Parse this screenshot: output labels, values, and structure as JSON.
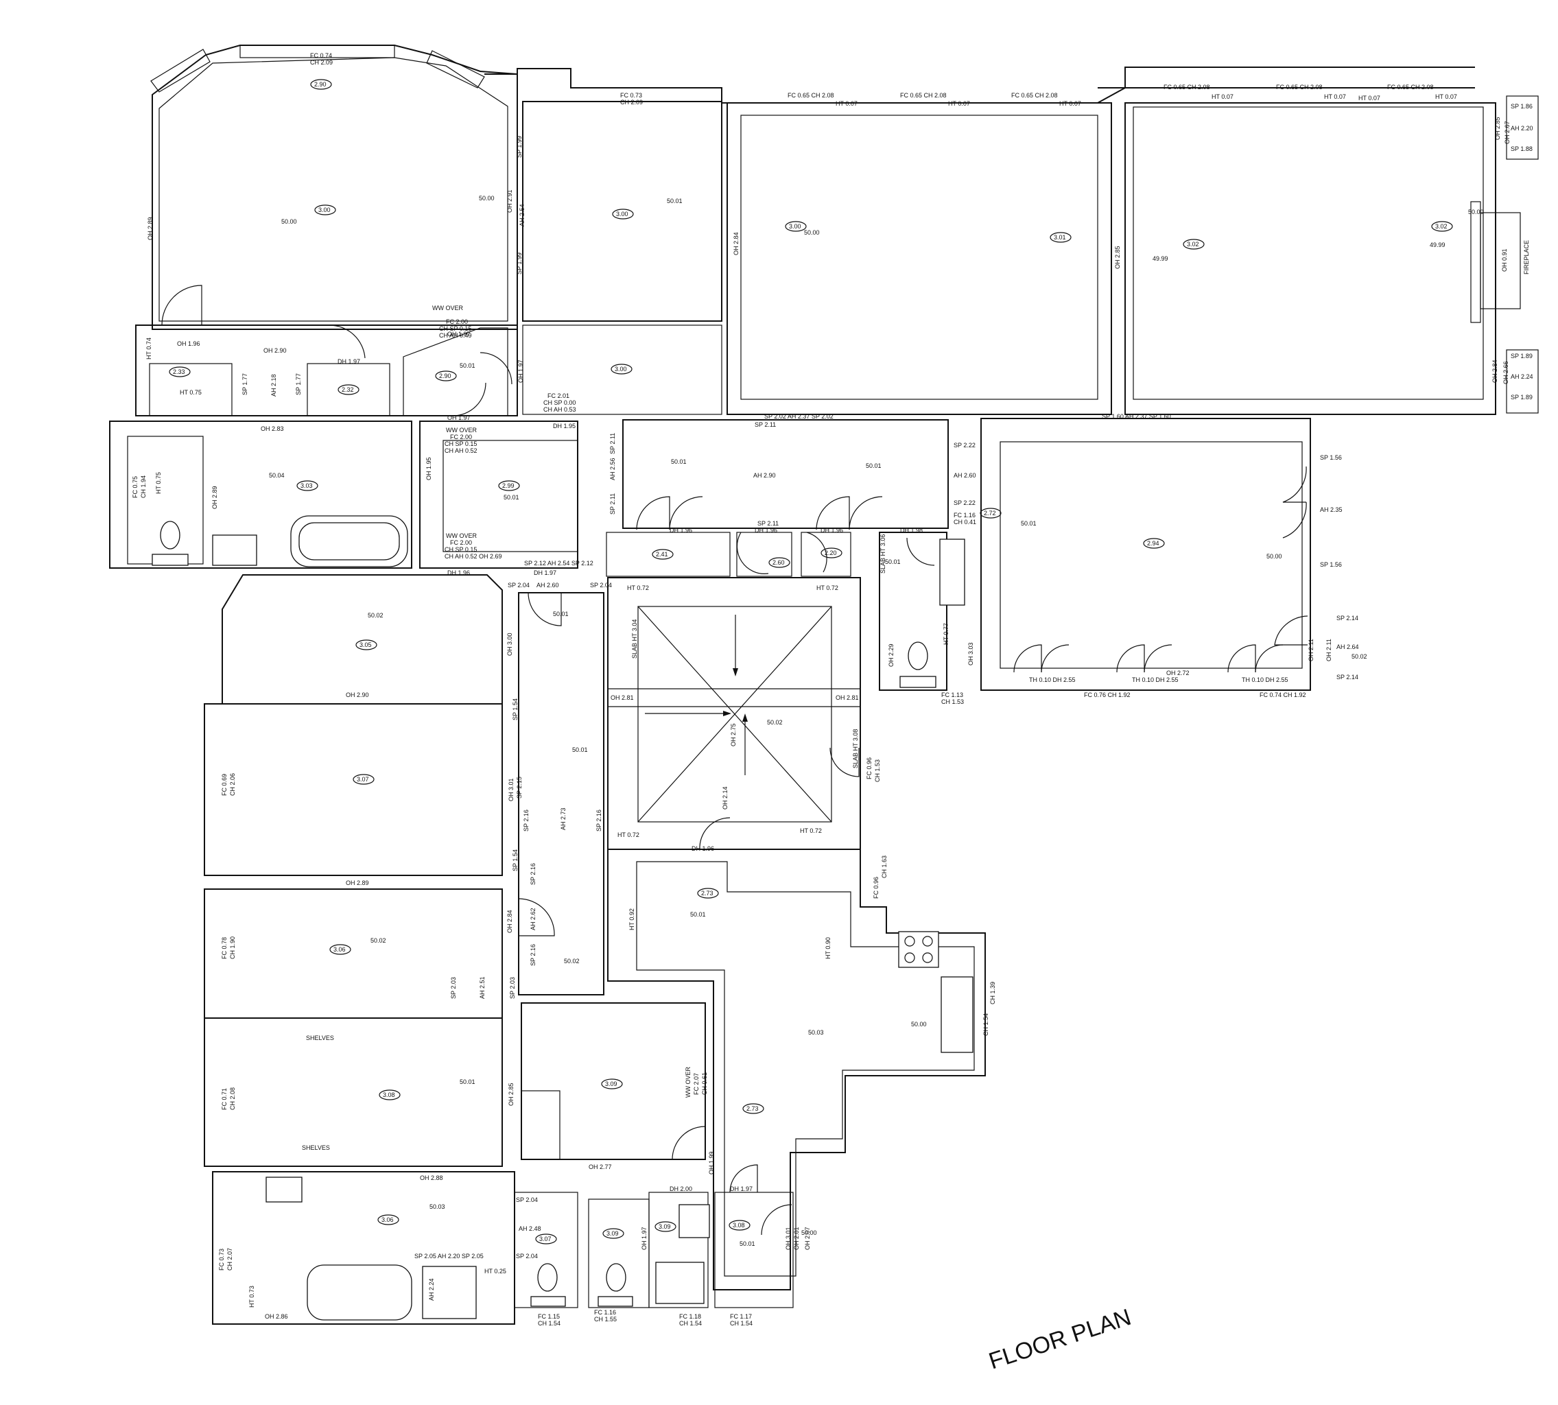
{
  "title": "FLOOR PLAN",
  "labels": {
    "fireplace": "FIREPLACE",
    "shelves": "SHELVES",
    "ww_over": "WW OVER",
    "slab_ht_304": "SLAB HT 3.04",
    "slab_ht_306": "SLAB HT 3.06",
    "slab_ht_308": "SLAB HT 3.08"
  },
  "room_heights": {
    "r290": "2.90",
    "r300a": "3.00",
    "r300b": "3.00",
    "r300c": "3.00",
    "r300d": "3.00",
    "r301": "3.01",
    "r302": "3.02",
    "r302b": "3.02",
    "r233": "2.33",
    "r232": "2.32",
    "r290b": "2.90",
    "r303": "3.03",
    "r299": "2.99",
    "r241": "2.41",
    "r260": "2.60",
    "r220": "2.20",
    "r272": "2.72",
    "r294": "2.94",
    "r305": "3.05",
    "r307": "3.07",
    "r306": "3.06",
    "r308": "3.08",
    "r273a": "2.73",
    "r273b": "2.73",
    "r309": "3.09",
    "r306b": "3.06",
    "r307b": "3.07",
    "r309b": "3.09",
    "r309c": "3.09",
    "r308b": "3.08"
  },
  "spot_levels": {
    "a": "50.00",
    "b": "50.00",
    "c": "50.01",
    "d": "50.00",
    "e": "49.99",
    "f": "49.99",
    "g": "50.01",
    "h": "50.04",
    "i": "50.01",
    "j": "50.00",
    "k": "50.01",
    "l": "50.01",
    "m": "50.01",
    "n": "50.00",
    "o": "50.02",
    "p": "50.02",
    "q": "50.01",
    "r": "50.02",
    "s": "50.01",
    "t": "50.02",
    "u": "50.02",
    "v": "50.01",
    "w": "50.01",
    "x": "50.03",
    "y": "50.01",
    "z": "50.00",
    "aa": "50.03",
    "ab": "50.01",
    "ac": "50.00"
  },
  "dims": {
    "d1": "FC 0.74",
    "d2": "CH 2.09",
    "d3": "FC 0.73",
    "d4": "CH 2.09",
    "d5": "FC 0.65  CH 2.08",
    "d6": "HT 0.07",
    "d7": "OH 2.89",
    "d8": "OH 2.91",
    "d9": "AH 2.54",
    "d10": "SP 1.99",
    "d11": "OH 2.84",
    "d12": "OH 2.85",
    "d13": "OH 0.91",
    "d14": "SP 1.86",
    "d15": "AH 2.20",
    "d16": "SP 1.88",
    "d17": "SP 1.89",
    "d18": "AH 2.24",
    "d19": "OH 2.90",
    "d20": "HT 0.75",
    "d21": "AH 2.18",
    "d22": "SP 1.77",
    "d23": "DH 1.97",
    "d24": "FC 2.01",
    "d25": "CH SP 0.00",
    "d26": "CH AH 0.53",
    "d27": "DH 1.95",
    "d28": "OH 2.83",
    "d29": "OH 2.89",
    "d30": "FC 0.75",
    "d31": "CH 1.94",
    "d32": "HT 0.75",
    "d33": "FC 2.00",
    "d34": "CH SP 0.15",
    "d35": "CH AH 0.52",
    "d36": "OH 2.69",
    "d37": "DH 1.96",
    "d38": "SP 2.11",
    "d39": "AH 2.56",
    "d40": "AH 2.90",
    "d41": "SP 2.02  AH 2.37  SP 2.02",
    "d42": "SP 2.22",
    "d43": "AH 2.60",
    "d44": "FC 1.16",
    "d45": "CH 0.41",
    "d46": "SP 1.60  AH 2.37  SP 1.60",
    "d47": "SP 1.56",
    "d48": "AH 2.35",
    "d49": "SP 2.14",
    "d50": "AH 2.64",
    "d51": "TH 0.10  DH 2.55",
    "d52": "OH 2.72",
    "d53": "FC 0.76  CH 1.92",
    "d54": "FC 0.74  CH 1.92",
    "d55": "FC 1.13",
    "d56": "CH 1.53",
    "d57": "HT 0.77",
    "d58": "OH 3.03",
    "d59": "OH 2.29",
    "d60": "SP 2.12  AH 2.54  SP 2.12",
    "d61": "DH 1.97",
    "d62": "AH 2.60",
    "d63": "SP 2.04",
    "d64": "HT 0.72",
    "d65": "OH 2.81",
    "d66": "OH 2.75",
    "d67": "OH 2.14",
    "d68": "DH 1.96",
    "d69": "OH 3.00",
    "d70": "OH 2.90",
    "d71": "FC 0.69",
    "d72": "CH 2.06",
    "d73": "OH 3.01",
    "d74": "SP 2.15",
    "d75": "SP 2.16",
    "d76": "AH 2.73",
    "d77": "OH 2.89",
    "d78": "FC 0.78",
    "d79": "CH 1.90",
    "d80": "OH 2.84",
    "d81": "AH 2.62",
    "d82": "SP 2.03",
    "d83": "AH 2.51",
    "d84": "HT 0.92",
    "d85": "HT 0.90",
    "d86": "FC 0.96",
    "d87": "CH 1.63",
    "d88": "CH 1.39",
    "d89": "FC 0.71",
    "d90": "CH 2.08",
    "d91": "OH 2.85",
    "d92": "FC 2.07",
    "d93": "CH 0.61",
    "d94": "OH 2.77",
    "d95": "OH 1.99",
    "d96": "DH 2.00",
    "d97": "OH 2.88",
    "d98": "FC 0.73",
    "d99": "CH 2.07",
    "d100": "HT 0.73",
    "d101": "OH 2.86",
    "d102": "SP 2.05  AH 2.20  SP 2.05",
    "d103": "AH 2.24",
    "d104": "SP 2.04",
    "d105": "AH 2.48",
    "d106": "HT 0.25",
    "d107": "FC 1.15",
    "d108": "CH 1.54",
    "d109": "FC 1.16",
    "d110": "CH 1.55",
    "d111": "FC 1.18",
    "d112": "FC 1.17",
    "d113": "OH 1.97",
    "d114": "OH 2.07",
    "d115": "OH 2.01",
    "d116": "OH 3.01",
    "d117": "HT 0.74",
    "d118": "OH 1.96",
    "d119": "OH 1.97",
    "d120": "FC 2.00",
    "d121": "CH SP 0.15",
    "d122": "CH AH 0.49",
    "d123": "SP 2.11",
    "d124": "DH 1.96",
    "d125": "DH 1.96",
    "d126": "DH 1.98",
    "d127": "OH 2.85",
    "d128": "OH 2.66",
    "d129": "OH 2.84",
    "d130": "SP 1.54",
    "d131": "DH 1.96",
    "d132": "DH 1.97",
    "d133": "OH 1.95",
    "d134": "OH 1.97",
    "d135": "SP 2.11",
    "d136": "OH 2.11",
    "d137": "SP 2.16",
    "d138": "FC 0.96",
    "d139": "CH 1.53",
    "d140": "FC 0.96",
    "d141": "CH 1.54",
    "d142": "HT 0.72",
    "d143": "OH 2.67"
  }
}
